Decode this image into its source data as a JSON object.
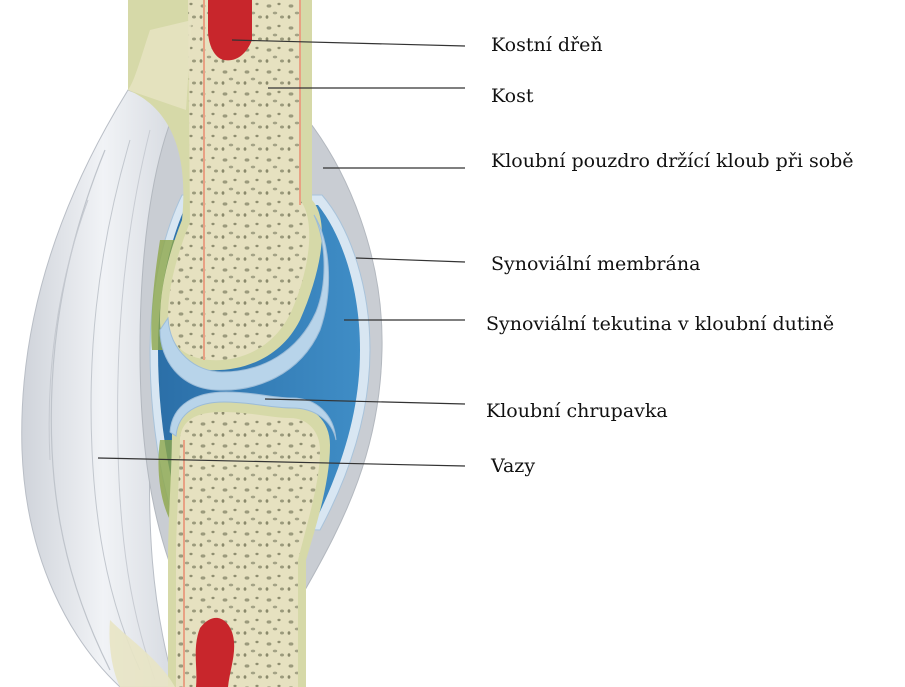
{
  "diagram": {
    "labels": [
      "Kostní dřeň",
      "Kost",
      "Kloubní pouzdro držící kloub při sobě",
      "Synoviální membrána",
      "Synoviální tekutina v kloubní dutině",
      "Kloubní chrupavka",
      "Vazy"
    ],
    "colors": {
      "bone_spongy": "#e6e1c0",
      "bone_outer": "#d6d9a8",
      "marrow": "#c8262c",
      "cartilage": "#b8d4ea",
      "synovial_fluid": "#2f78b4",
      "synovial_membrane": "#d8e6f2",
      "capsule": "#c9cdd3",
      "ligament": "#e4e7ec",
      "leader_line": "#333333"
    }
  }
}
